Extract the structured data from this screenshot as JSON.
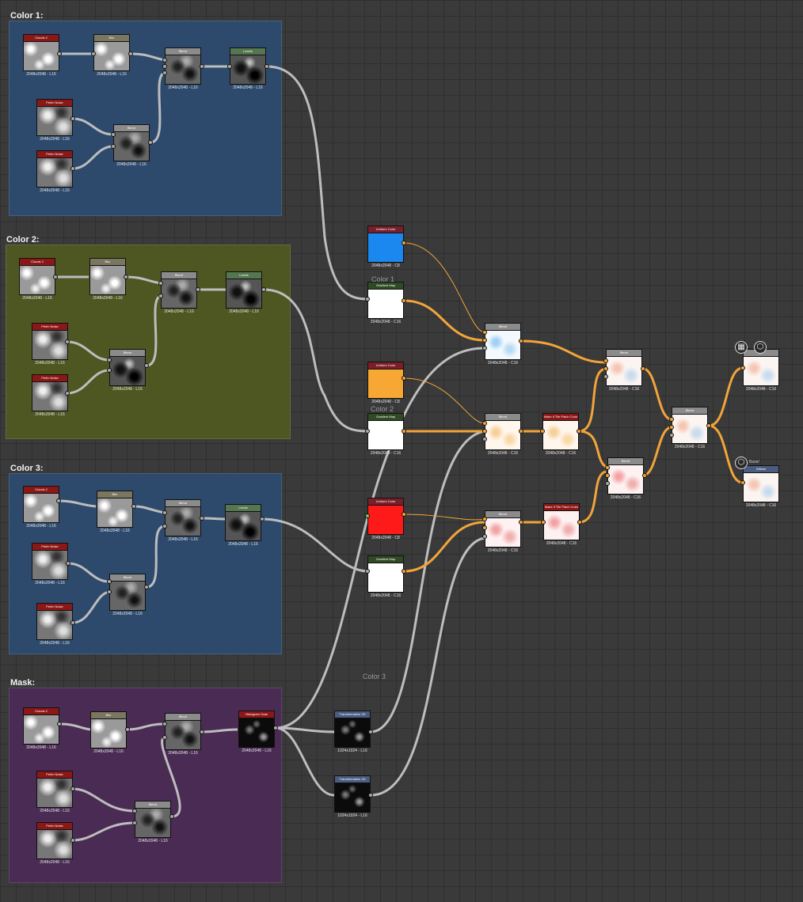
{
  "frames": {
    "color1": "Color 1:",
    "color2": "Color 2:",
    "color3": "Color 3:",
    "mask": "Mask:"
  },
  "comments": {
    "c1": "Color 1",
    "c2": "Color 2",
    "c3": "Color 3"
  },
  "nodes": {
    "clouds": "Clouds 2",
    "blur": "Blur",
    "perlin": "Perlin Noise",
    "blend": "Blend",
    "levels": "Levels",
    "histogram": "Histogram Scan",
    "uniform": "Uniform Color",
    "gradient": "Gradient Map",
    "tile": "Make It Tile Patch Color",
    "transform": "Transformation 2D",
    "diffuse": "Diffuse",
    "diffuse_tag": "Base/"
  },
  "captions": {
    "l16": "2048x2048 - L16",
    "c8": "2048x2048 - C8",
    "c16": "2048x2048 - C16",
    "t1024": "1024x1024 - L16"
  },
  "colors": {
    "wire_gray": "#bdbdbd",
    "wire_orange": "#f2a43a",
    "frame_blue": "#2e4a6e",
    "frame_olive": "#4f5721",
    "frame_purple": "#4a2b53"
  }
}
